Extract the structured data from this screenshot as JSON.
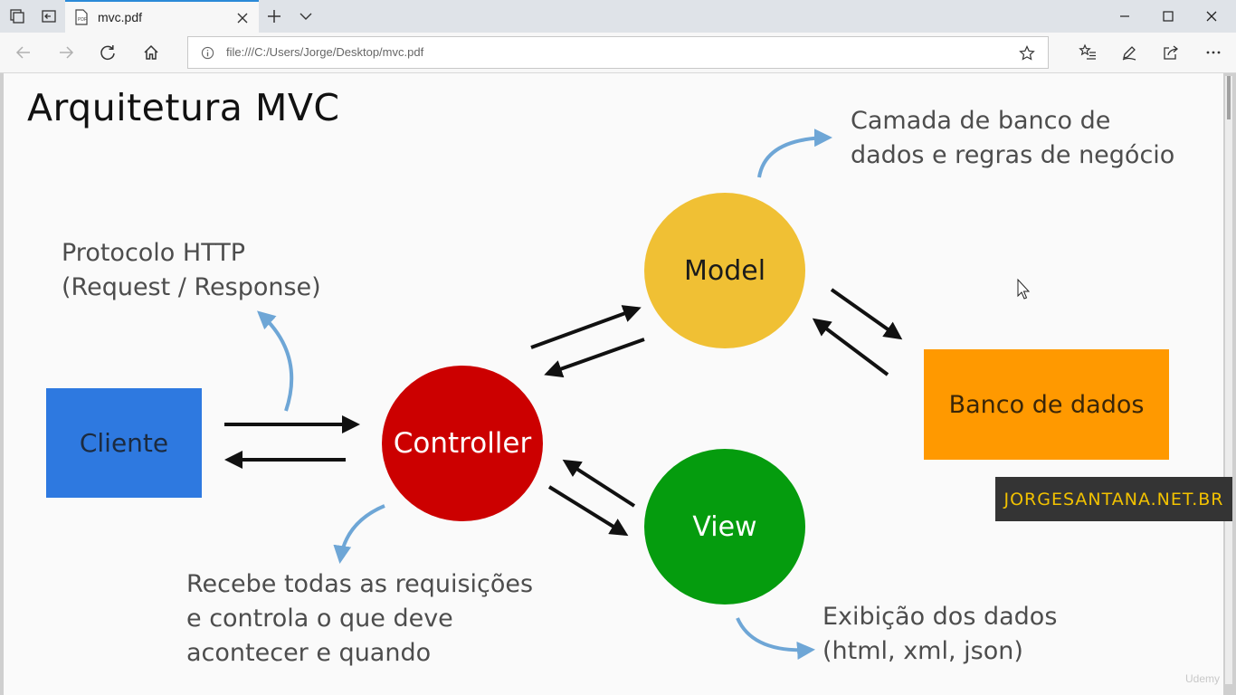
{
  "browser": {
    "tab_title": "mvc.pdf",
    "url": "file:///C:/Users/Jorge/Desktop/mvc.pdf",
    "tab_icons": [
      "set-aside-tabs-icon",
      "tab-preview-icon",
      "pdf-file-icon",
      "close-icon",
      "new-tab-plus-icon",
      "tab-list-chevron-icon"
    ],
    "nav_icons": [
      "back-arrow-icon",
      "forward-arrow-icon",
      "refresh-icon",
      "home-icon",
      "info-icon",
      "favorite-star-icon"
    ],
    "toolbar_icons": [
      "favorites-hub-icon",
      "pen-icon",
      "share-icon",
      "more-icon"
    ],
    "window_icons": [
      "minimize-icon",
      "maximize-icon",
      "close-window-icon"
    ]
  },
  "slide": {
    "title": "Arquitetura MVC",
    "model_note": {
      "line1": "Camada de banco de",
      "line2": "dados e regras de negócio"
    },
    "http_note": {
      "line1": "Protocolo HTTP",
      "line2": "(Request / Response)"
    },
    "controller_note": {
      "line1": "Recebe todas as requisições",
      "line2": "e controla o que deve",
      "line3": "acontecer e quando"
    },
    "view_note": {
      "line1": "Exibição dos dados",
      "line2": "(html, xml, json)"
    },
    "client_label": "Cliente",
    "controller_label": "Controller",
    "model_label": "Model",
    "view_label": "View",
    "database_label": "Banco de dados",
    "watermark": "JORGESANTANA.NET.BR",
    "udemy_mark": "Udemy"
  },
  "colors": {
    "client": "#2e79e0",
    "controller": "#cc0000",
    "model": "#f0c034",
    "view": "#059c0e",
    "database": "#ff9900",
    "note_arrow": "#6ea6d6",
    "watermark_bg": "#343434",
    "watermark_text": "#f2c200"
  }
}
